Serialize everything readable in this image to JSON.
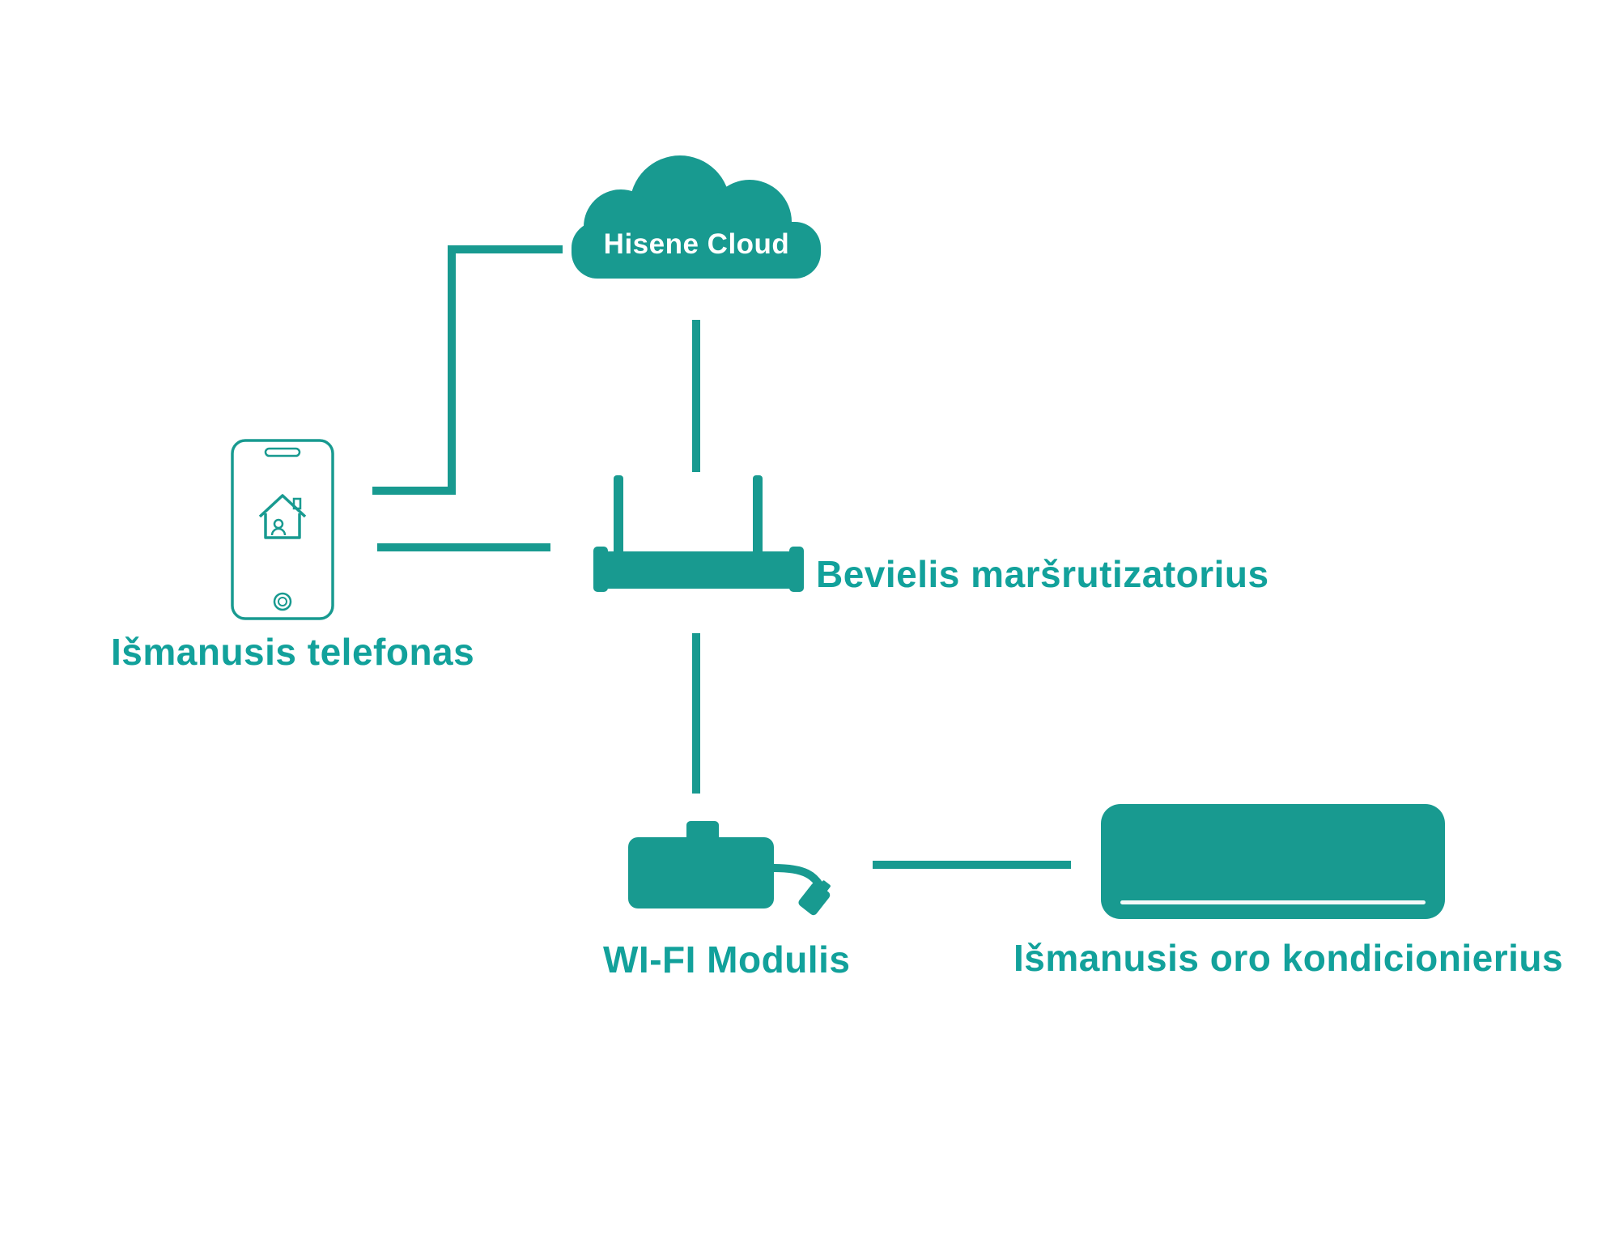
{
  "diagram": {
    "colors": {
      "accent": "#189a90",
      "label": "#12a19b",
      "cloud_text": "#ffffff"
    },
    "nodes": {
      "cloud": {
        "label": "Hisene Cloud"
      },
      "phone": {
        "label": "Išmanusis telefonas"
      },
      "router": {
        "label": "Bevielis maršrutizatorius"
      },
      "wifi_module": {
        "label": "WI-FI Modulis"
      },
      "air_conditioner": {
        "label": "Išmanusis oro kondicionierius"
      }
    }
  }
}
